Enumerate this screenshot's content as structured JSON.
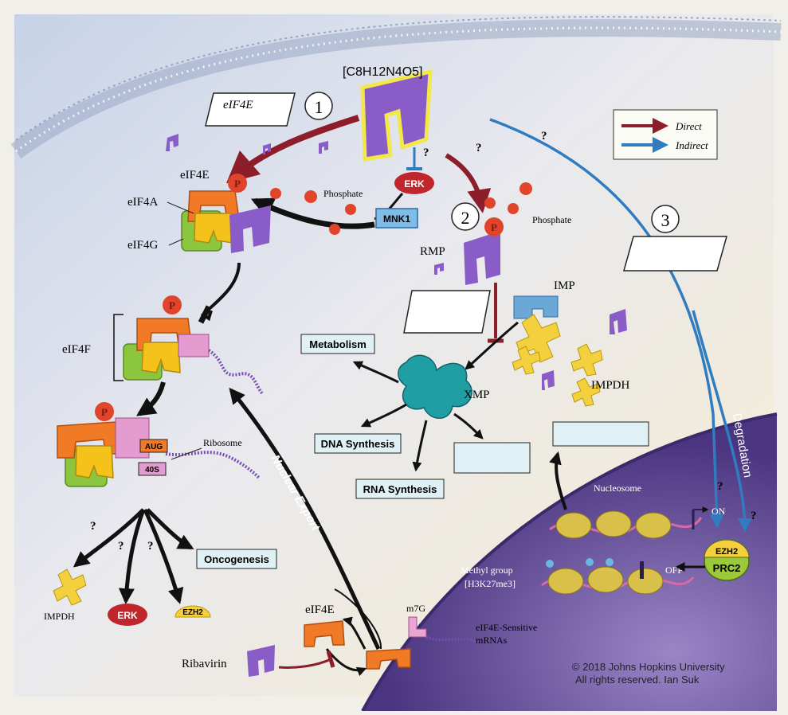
{
  "formula": "[C8H12N4O5]",
  "legend": {
    "direct": "Direct",
    "indirect": "Indirect"
  },
  "pathways": {
    "p1": "1",
    "p2": "2",
    "p3": "3"
  },
  "question_mark": "?",
  "labels": {
    "eif4e_box": "eIF4E",
    "eif4e": "eIF4E",
    "eif4a": "eIF4A",
    "eif4g": "eIF4G",
    "eif4f": "eIF4F",
    "phosphate": "Phosphate",
    "p": "P",
    "erk": "ERK",
    "mnk1": "MNK1",
    "rmp": "RMP",
    "imp": "IMP",
    "xmp": "XMP",
    "impdh": "IMPDH",
    "aug": "AUG",
    "s40": "40S",
    "ribosome": "Ribosome",
    "metabolism": "Metabolism",
    "dna_synthesis": "DNA Synthesis",
    "rna_synthesis": "RNA Synthesis",
    "oncogenesis": "Oncogenesis",
    "nuclear_export": "Nuclear Export",
    "degradation": "Degradation",
    "nucleosome": "Nucleosome",
    "methyl_group": "Methyl group",
    "h3k27me3": "[H3K27me3]",
    "on": "ON",
    "off": "OFF",
    "ezh2": "EZH2",
    "prc2": "PRC2",
    "m7g": "m7G",
    "sensitive_mrnas_1": "eIF4E-Sensitive",
    "sensitive_mrnas_2": "mRNAs",
    "ribavirin": "Ribavirin",
    "bottom_impdh": "IMPDH",
    "bottom_erk": "ERK",
    "bottom_ezh2": "EZH2"
  },
  "copyright": {
    "line1": "© 2018 Johns Hopkins University",
    "line2": "All rights reserved. Ian Suk"
  },
  "colors": {
    "direct": "#8c1d2a",
    "indirect": "#2f7cc0",
    "ribavirin": "#8a5cc7",
    "phosphate": "#e0452c",
    "eif4e": "#f07a26",
    "eif4a": "#f5c21c",
    "eif4g": "#8cc63e",
    "xmp": "#1f9ea3",
    "impdh": "#f4d03f",
    "nucleus": "#5a4290"
  }
}
